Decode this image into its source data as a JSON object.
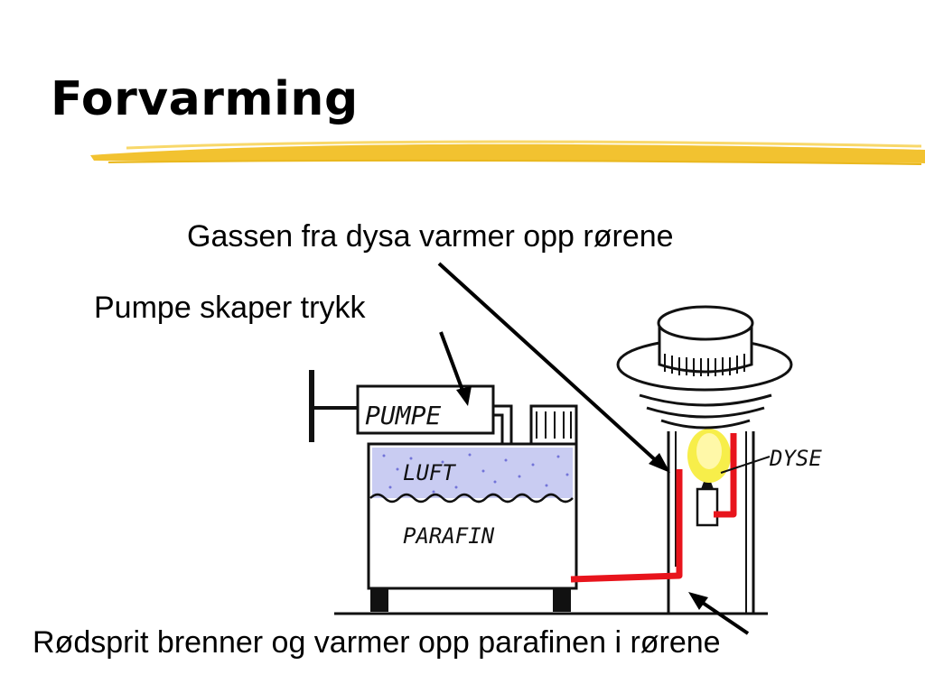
{
  "slide": {
    "title": "Forvarming"
  },
  "captions": {
    "gas": "Gassen fra dysa varmer opp rørene",
    "pump": "Pumpe skaper trykk",
    "sprit": "Rødsprit brenner og varmer opp parafinen i rørene"
  },
  "diagram": {
    "labels": {
      "pump": "PUMPE",
      "air": "LUFT",
      "kerosene": "PARAFIN",
      "nozzle": "DYSE"
    }
  },
  "colors": {
    "highlight": "#f2c230",
    "pipe": "#e8141c",
    "flame": "#f7ee4a",
    "air_dots": "#3a3ac8",
    "ink": "#111111"
  }
}
